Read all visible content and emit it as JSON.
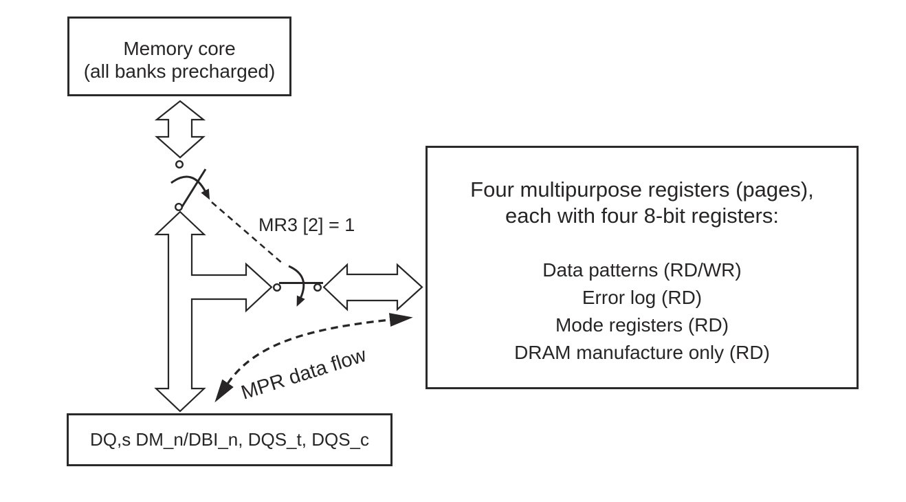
{
  "diagram": {
    "memory_box": {
      "line1": "Memory core",
      "line2": "(all banks precharged)"
    },
    "mr3_label": "MR3 [2] = 1",
    "mpr_flow_label": "MPR data flow",
    "register_box": {
      "heading_line1": "Four multipurpose registers (pages),",
      "heading_line2": "each with four 8-bit registers:",
      "items": [
        "Data patterns (RD/WR)",
        "Error log (RD)",
        "Mode registers (RD)",
        "DRAM manufacture only (RD)"
      ]
    },
    "dq_box_label": "DQ,s DM_n/DBI_n, DQS_t, DQS_c",
    "colors": {
      "ink": "#272525",
      "background": "#ffffff"
    }
  }
}
